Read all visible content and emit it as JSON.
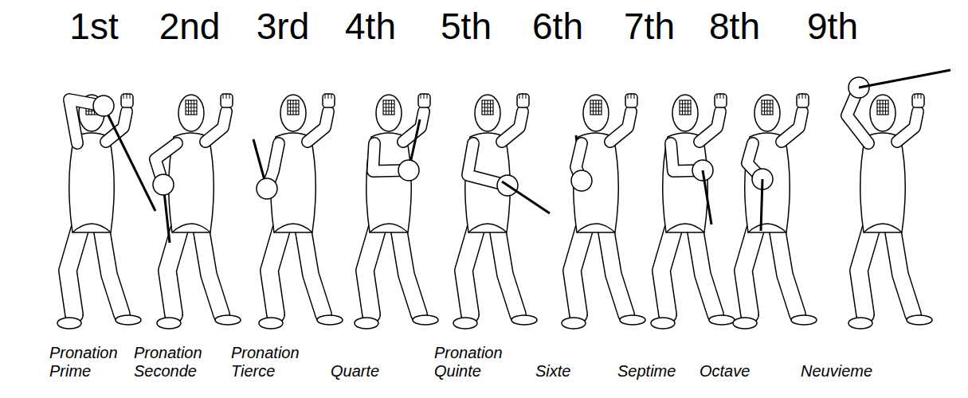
{
  "diagram": {
    "labels": [
      "1st",
      "2nd",
      "3rd",
      "4th",
      "5th",
      "6th",
      "7th",
      "8th",
      "9th",
      "Pronation Prime",
      "Pronation Seconde",
      "Pronation Tierce",
      "Quarte",
      "Pronation Quinte",
      "Sixte",
      "Septime",
      "Octave",
      "Neuvieme"
    ]
  }
}
